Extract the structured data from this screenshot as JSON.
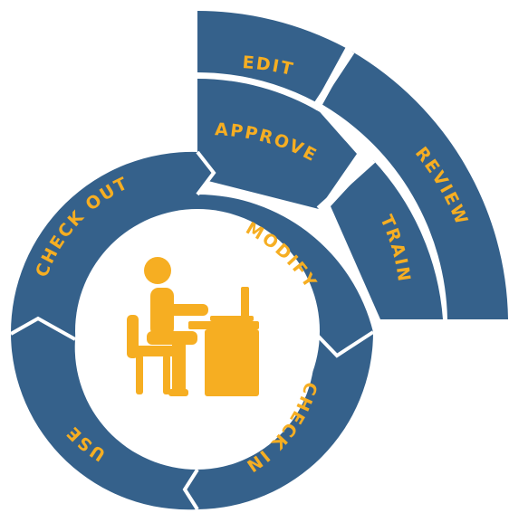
{
  "colors": {
    "segment_fill": "#35618b",
    "label": "#f6ae22",
    "icon": "#f6ae22",
    "gap": "#ffffff"
  },
  "inner_ring": [
    {
      "id": "modify",
      "label": "MODIFY"
    },
    {
      "id": "check-in",
      "label": "CHECK IN"
    },
    {
      "id": "use",
      "label": "USE"
    },
    {
      "id": "check-out",
      "label": "CHECK OUT"
    }
  ],
  "middle_ring": [
    {
      "id": "approve",
      "label": "APPROVE"
    },
    {
      "id": "train",
      "label": "TRAIN"
    }
  ],
  "outer_ring": [
    {
      "id": "edit",
      "label": "EDIT"
    },
    {
      "id": "review",
      "label": "REVIEW"
    }
  ],
  "center_icon": "person-at-desk-with-laptop-icon"
}
